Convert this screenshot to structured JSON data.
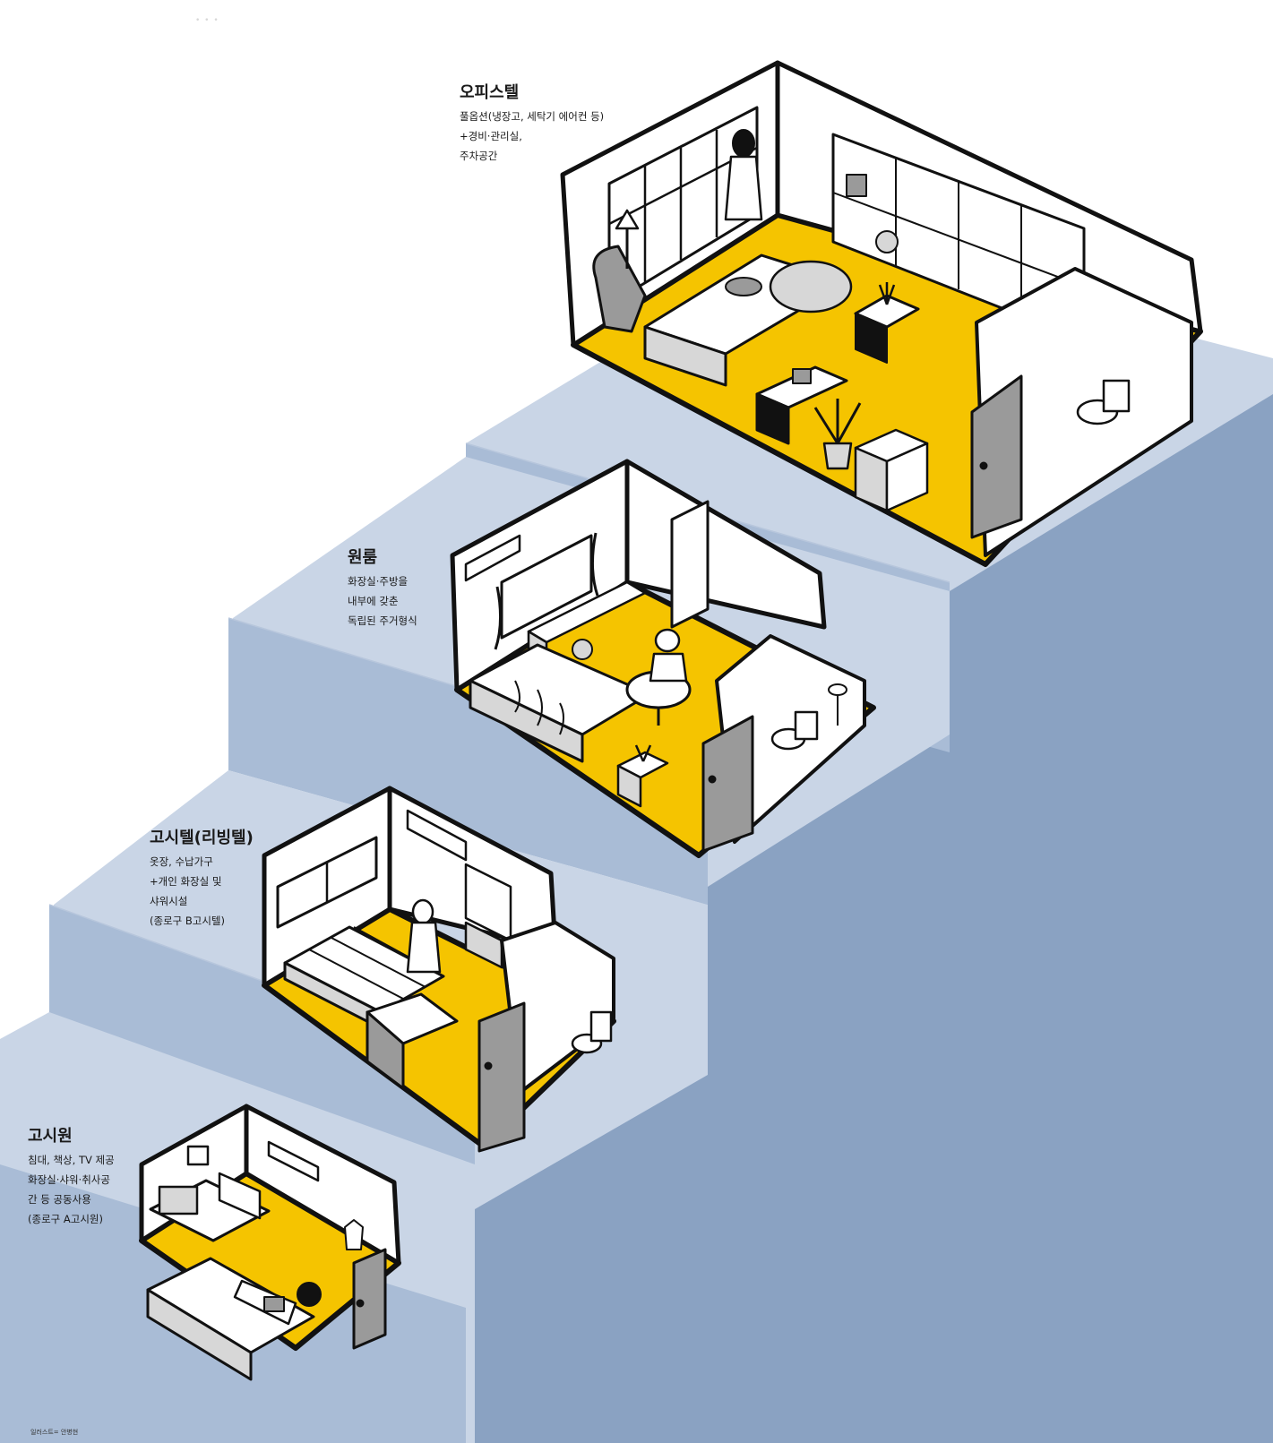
{
  "window": {
    "dots": "• • •"
  },
  "labels": [
    {
      "title": "오피스텔",
      "lines": [
        "풀옵션(냉장고, 세탁기 에어컨 등)",
        "+경비·관리실,",
        "주차공간"
      ]
    },
    {
      "title": "원룸",
      "lines": [
        "화장실·주방을",
        "내부에 갖춘",
        "독립된 주거형식"
      ]
    },
    {
      "title": "고시텔(리빙텔)",
      "lines": [
        "옷장, 수납가구",
        "+개인 화장실 및",
        "샤워시설",
        "(종로구 B고시텔)"
      ]
    },
    {
      "title": "고시원",
      "lines": [
        "침대, 책상, TV 제공",
        "화장실·샤워·취사공",
        "간 등 공동사용",
        "(종로구 A고시원)"
      ]
    }
  ],
  "credit": "일러스트= 안병현",
  "colors": {
    "stair_top": "#c9d5e6",
    "stair_side": "#8aa2c2",
    "stair_mid": "#a6b9d4",
    "floor": "#f5c400",
    "ink": "#111111",
    "gray": "#9a9a9a",
    "light_gray": "#d7d7d7"
  }
}
